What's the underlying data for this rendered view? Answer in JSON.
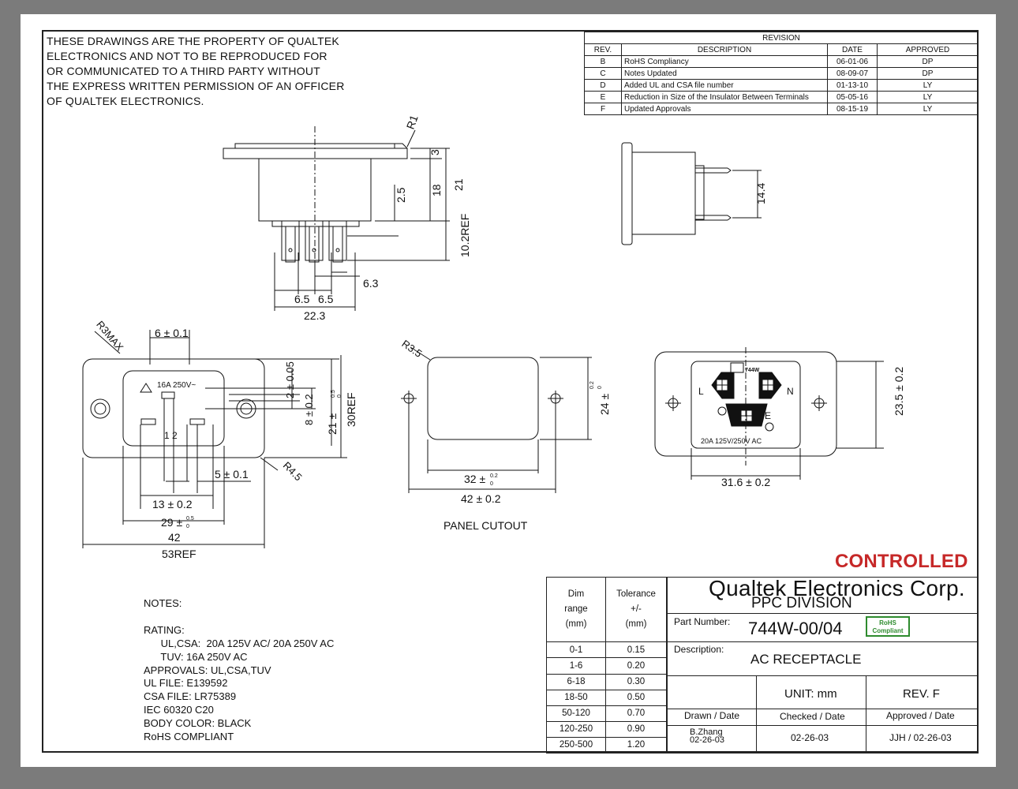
{
  "property_notice": "THESE DRAWINGS ARE THE PROPERTY OF QUALTEK\nELECTRONICS AND NOT TO BE REPRODUCED FOR\nOR COMMUNICATED TO A THIRD PARTY WITHOUT\nTHE EXPRESS WRITTEN PERMISSION OF AN OFFICER\nOF QUALTEK ELECTRONICS.",
  "revision": {
    "title": "REVISION",
    "headers": [
      "REV.",
      "DESCRIPTION",
      "DATE",
      "APPROVED"
    ],
    "rows": [
      {
        "rev": "B",
        "desc": "RoHS Compliancy",
        "date": "06-01-06",
        "appr": "DP"
      },
      {
        "rev": "C",
        "desc": "Notes Updated",
        "date": "08-09-07",
        "appr": "DP"
      },
      {
        "rev": "D",
        "desc": "Added UL and CSA file number",
        "date": "01-13-10",
        "appr": "LY"
      },
      {
        "rev": "E",
        "desc": "Reduction in Size of the Insulator Between Terminals",
        "date": "05-05-16",
        "appr": "LY"
      },
      {
        "rev": "F",
        "desc": "Updated Approvals",
        "date": "08-15-19",
        "appr": "LY"
      }
    ]
  },
  "dims": {
    "r1": "R1",
    "d3": "3",
    "d18": "18",
    "d21": "21",
    "d2_5": "2.5",
    "d10_2": "10.2REF",
    "d6_3": "6.3",
    "d6_5a": "6.5",
    "d6_5b": "6.5",
    "d22_3": "22.3",
    "d14_4": "14.4",
    "r3max": "R3MAX",
    "d6": "6 ± 0.1",
    "d2_05": "2 ± 0.05",
    "d8": "8 ± 0.2",
    "d21b": "21 ±",
    "d21tol_up": "0.5",
    "d21tol_dn": "0",
    "d30ref": "30REF",
    "d5": "5 ± 0.1",
    "r4_5": "R4.5",
    "d13": "13 ± 0.2",
    "d29": "29 ±",
    "d29tol_up": "0.5",
    "d29tol_dn": "0",
    "d42": "42",
    "d53ref": "53REF",
    "r3_5": "R3.5",
    "d24": "24 ±",
    "d24tol_up": "0.2",
    "d24tol_dn": "0",
    "d32": "32 ±",
    "d32tol_up": "0.2",
    "d32tol_dn": "0",
    "d42b": "42 ± 0.2",
    "panel_cutout": "PANEL CUTOUT",
    "d23_5": "23.5 ± 0.2",
    "d31_6": "31.6 ± 0.2"
  },
  "face_marks": {
    "rating_front": "16A 250V~",
    "pins": "1 2",
    "L": "L",
    "N": "N",
    "E": "E",
    "model": "744W",
    "rating_rear": "20A 125V/250V AC"
  },
  "notes": "NOTES:\n\nRATING:\n      UL,CSA:  20A 125V AC/ 20A 250V AC\n      TUV: 16A 250V AC\nAPPROVALS: UL,CSA,TUV\nUL FILE: E139592\nCSA FILE: LR75389\nIEC 60320 C20\nBODY COLOR: BLACK\nRoHS COMPLIANT",
  "controlled": "CONTROLLED",
  "tolerance": {
    "h1": "Dim\nrange\n(mm)",
    "h2": "Tolerance\n+/-\n(mm)",
    "rows": [
      [
        "0-1",
        "0.15"
      ],
      [
        "1-6",
        "0.20"
      ],
      [
        "6-18",
        "0.30"
      ],
      [
        "18-50",
        "0.50"
      ],
      [
        "50-120",
        "0.70"
      ],
      [
        "120-250",
        "0.90"
      ],
      [
        "250-500",
        "1.20"
      ]
    ]
  },
  "title_block": {
    "company": "Qualtek Electronics Corp.",
    "division": "PPC  DIVISION",
    "part_label": "Part Number:",
    "part_number": "744W-00/04",
    "rohs_badge": "RoHS\nCompliant",
    "desc_label": "Description:",
    "description": "AC RECEPTACLE",
    "unit": "UNIT:  mm",
    "rev": "REV. F",
    "drawn_label": "Drawn / Date",
    "checked_label": "Checked / Date",
    "approved_label": "Approved / Date",
    "drawn": "B.Zhang\n02-26-03",
    "checked": "02-26-03",
    "approved": "JJH / 02-26-03"
  }
}
